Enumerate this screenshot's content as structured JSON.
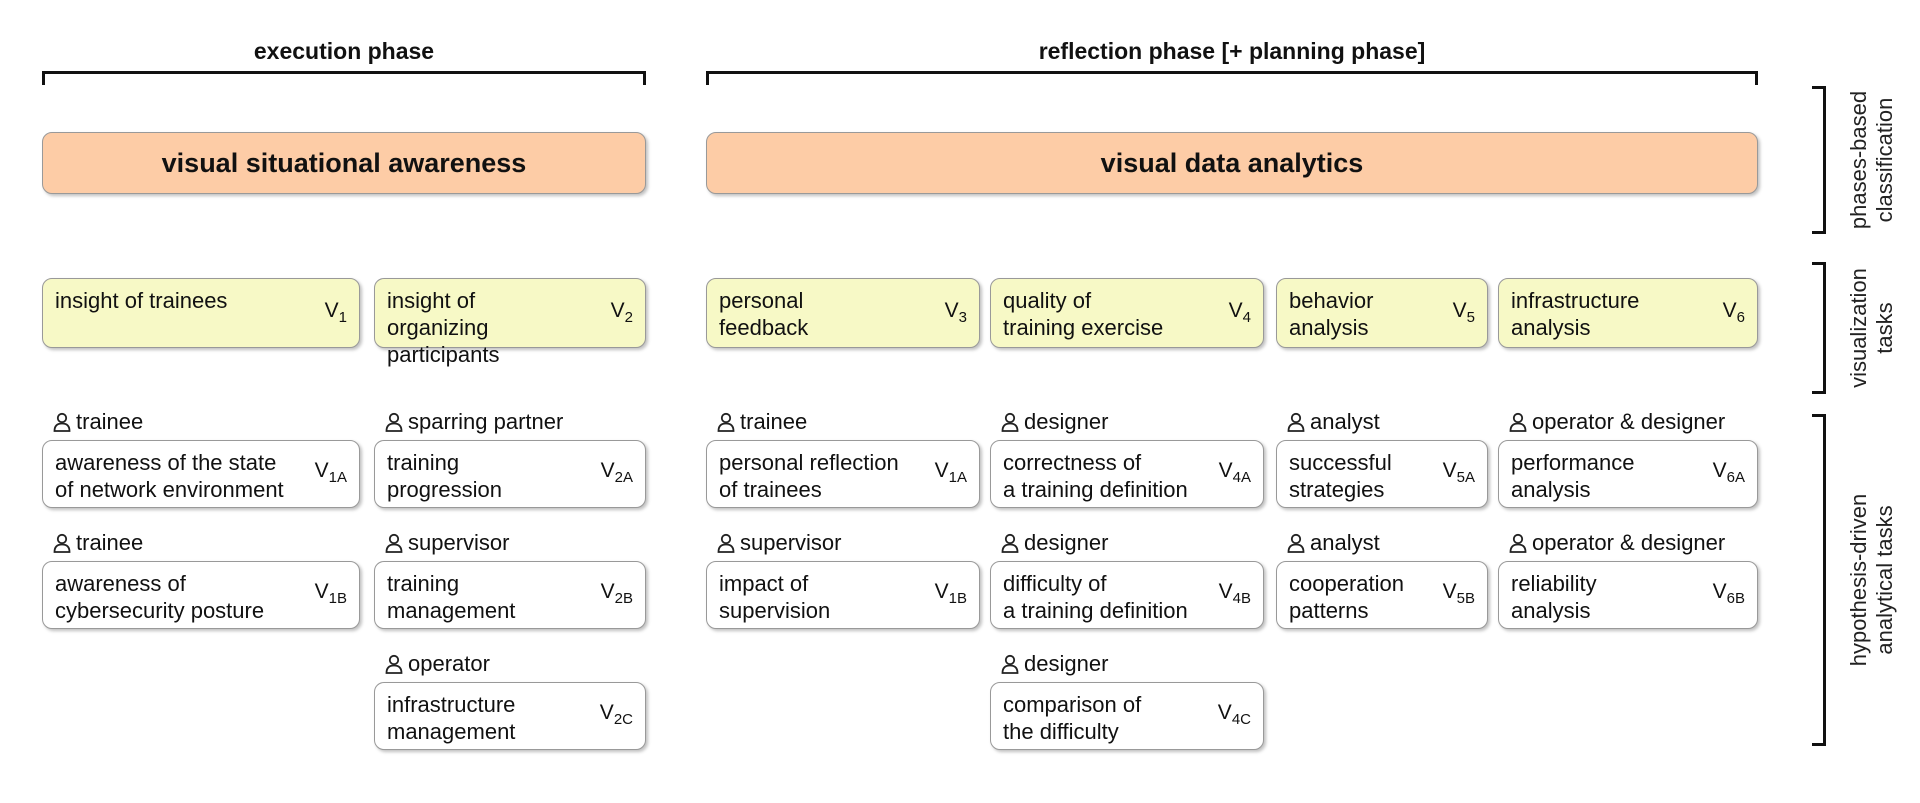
{
  "phases": {
    "execution": "execution phase",
    "reflection": "reflection phase [+ planning phase]"
  },
  "side_labels": {
    "phases": "phases-based\nclassification",
    "tasks": "visualization\ntasks",
    "hypothesis": "hypothesis-driven\nanalytical tasks"
  },
  "categories": {
    "vsa": "visual situational awareness",
    "vda": "visual data analytics"
  },
  "tasks": [
    {
      "text": "insight of trainees",
      "code": "V",
      "sub": "1"
    },
    {
      "text": "insight of organizing\nparticipants",
      "code": "V",
      "sub": "2"
    },
    {
      "text": "personal\nfeedback",
      "code": "V",
      "sub": "3"
    },
    {
      "text": "quality of\ntraining exercise",
      "code": "V",
      "sub": "4"
    },
    {
      "text": "behavior\nanalysis",
      "code": "V",
      "sub": "5"
    },
    {
      "text": "infrastructure\nanalysis",
      "code": "V",
      "sub": "6"
    }
  ],
  "hypotheses": [
    {
      "role": "trainee",
      "text": "awareness of the state\nof network environment",
      "code": "V",
      "sub": "1A",
      "icon": "person-icon"
    },
    {
      "role": "trainee",
      "text": "awareness of\ncybersecurity posture",
      "code": "V",
      "sub": "1B",
      "icon": "person-icon"
    },
    {
      "role": "sparring partner",
      "text": "training\nprogression",
      "code": "V",
      "sub": "2A",
      "icon": "person-icon"
    },
    {
      "role": "supervisor",
      "text": "training\nmanagement",
      "code": "V",
      "sub": "2B",
      "icon": "person-icon"
    },
    {
      "role": "operator",
      "text": "infrastructure\nmanagement",
      "code": "V",
      "sub": "2C",
      "icon": "person-icon"
    },
    {
      "role": "trainee",
      "text": "personal reflection\nof trainees",
      "code": "V",
      "sub": "1A",
      "icon": "person-icon"
    },
    {
      "role": "supervisor",
      "text": "impact of\nsupervision",
      "code": "V",
      "sub": "1B",
      "icon": "person-icon"
    },
    {
      "role": "designer",
      "text": "correctness of\na training definition",
      "code": "V",
      "sub": "4A",
      "icon": "person-icon"
    },
    {
      "role": "designer",
      "text": "difficulty of\na training definition",
      "code": "V",
      "sub": "4B",
      "icon": "person-icon"
    },
    {
      "role": "designer",
      "text": "comparison of\nthe difficulty",
      "code": "V",
      "sub": "4C",
      "icon": "person-icon"
    },
    {
      "role": "analyst",
      "text": "successful\nstrategies",
      "code": "V",
      "sub": "5A",
      "icon": "person-icon"
    },
    {
      "role": "analyst",
      "text": "cooperation\npatterns",
      "code": "V",
      "sub": "5B",
      "icon": "person-icon"
    },
    {
      "role": "operator & designer",
      "text": "performance\nanalysis",
      "code": "V",
      "sub": "6A",
      "icon": "person-icon"
    },
    {
      "role": "operator & designer",
      "text": "reliability\nanalysis",
      "code": "V",
      "sub": "6B",
      "icon": "person-icon"
    }
  ]
}
